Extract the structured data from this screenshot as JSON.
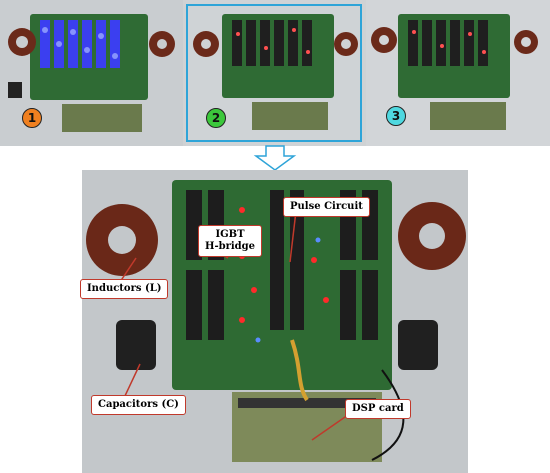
{
  "panels": [
    {
      "number": "1",
      "color": "#f08020"
    },
    {
      "number": "2",
      "color": "#3cc83c"
    },
    {
      "number": "3",
      "color": "#4fd8e0"
    }
  ],
  "callouts": {
    "pulse_circuit": "Pulse Circuit",
    "igbt_line1": "IGBT",
    "igbt_line2": "H-bridge",
    "inductors": "Inductors (L)",
    "capacitors": "Capacitors (C)",
    "dsp_card": "DSP card"
  },
  "colors": {
    "selection_box": "#2ea4d8",
    "callout_border": "#c0392b",
    "arrow": "#2ea4d8"
  }
}
